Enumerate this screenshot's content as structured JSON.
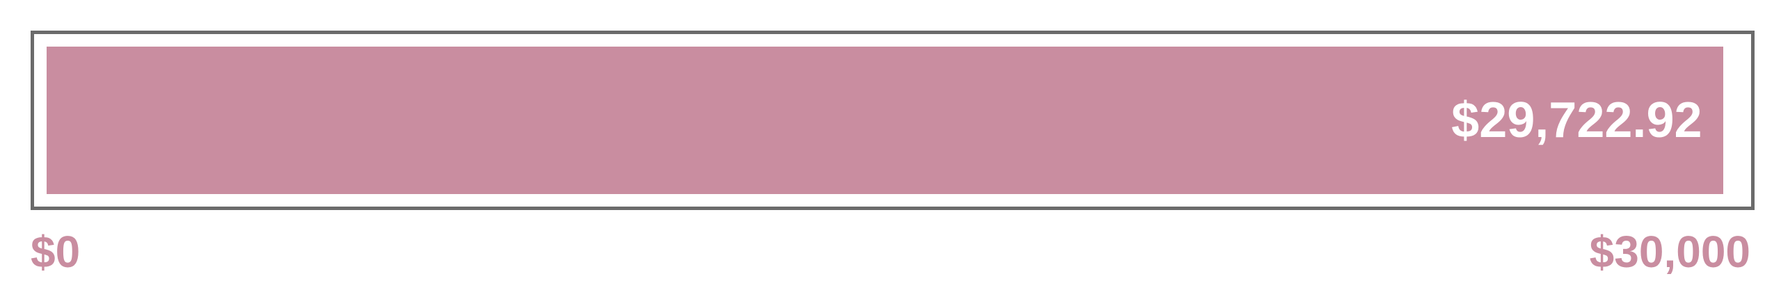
{
  "progress": {
    "value_label": "$29,722.92",
    "value": 29722.92,
    "min": 0,
    "max": 30000,
    "fill_fraction": 0.99076,
    "min_label": "$0",
    "max_label": "$30,000"
  },
  "colors": {
    "fill": "#c98da0",
    "frame_border": "#6b6b6b",
    "value_text": "#ffffff",
    "scale_text": "#c98da0",
    "background": "#ffffff"
  }
}
